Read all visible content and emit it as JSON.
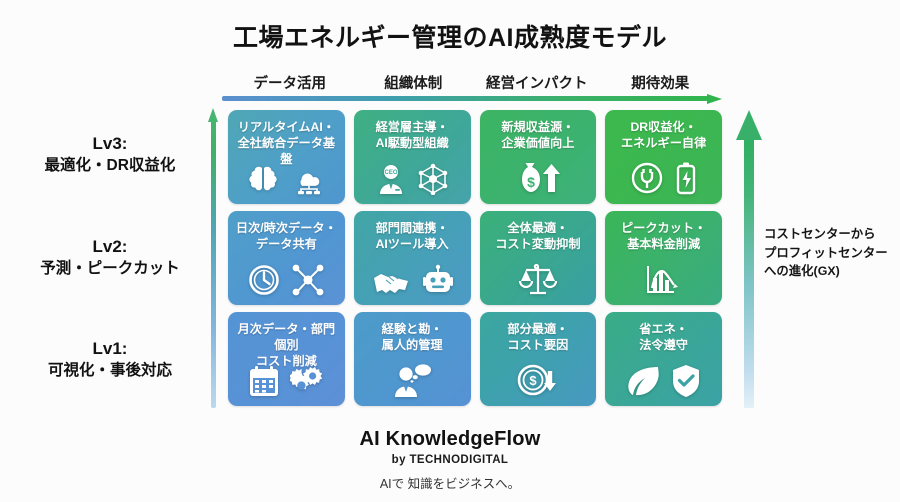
{
  "title": "工場エネルギー管理のAI成熟度モデル",
  "columns": [
    {
      "label": "データ活用"
    },
    {
      "label": "組織体制"
    },
    {
      "label": "経営インパクト"
    },
    {
      "label": "期待効果"
    }
  ],
  "rows": [
    {
      "level": "Lv3:",
      "desc": "最適化・DR収益化"
    },
    {
      "level": "Lv2:",
      "desc": "予測・ピークカット"
    },
    {
      "level": "Lv1:",
      "desc": "可視化・事後対応"
    }
  ],
  "cells": [
    {
      "id": "r3c1",
      "text": "リアルタイムAI・\n全社統合データ基盤",
      "icons": [
        "brain-icon",
        "cloud-network-icon"
      ]
    },
    {
      "id": "r3c2",
      "text": "経営層主導・\nAI駆動型組織",
      "icons": [
        "ceo-person-icon",
        "network-hub-icon"
      ]
    },
    {
      "id": "r3c3",
      "text": "新規収益源・\n企業価値向上",
      "icons": [
        "money-bag-growth-icon"
      ]
    },
    {
      "id": "r3c4",
      "text": "DR収益化・\nエネルギー自律",
      "icons": [
        "power-plug-icon",
        "battery-charge-icon"
      ]
    },
    {
      "id": "r2c1",
      "text": "日次/時次データ・\nデータ共有",
      "icons": [
        "clock-icon",
        "share-nodes-icon"
      ]
    },
    {
      "id": "r2c2",
      "text": "部門間連携・\nAIツール導入",
      "icons": [
        "handshake-icon",
        "robot-icon"
      ]
    },
    {
      "id": "r2c3",
      "text": "全体最適・\nコスト変動抑制",
      "icons": [
        "balance-scale-icon"
      ]
    },
    {
      "id": "r2c4",
      "text": "ピークカット・\n基本料金削減",
      "icons": [
        "peak-chart-down-icon"
      ]
    },
    {
      "id": "r1c1",
      "text": "月次データ・部門個別\nコスト削減",
      "icons": [
        "calendar-icon",
        "gears-icon"
      ]
    },
    {
      "id": "r1c2",
      "text": "経験と勘・\n属人的管理",
      "icons": [
        "person-thought-icon"
      ]
    },
    {
      "id": "r1c3",
      "text": "部分最適・\nコスト要因",
      "icons": [
        "coin-dollar-down-icon"
      ]
    },
    {
      "id": "r1c4",
      "text": "省エネ・\n法令遵守",
      "icons": [
        "leaf-icon",
        "shield-check-icon"
      ]
    }
  ],
  "side_caption": "コストセンターから\nプロフィットセンター\nへの進化(GX)",
  "footer": {
    "brand": "AI KnowledgeFlow",
    "by": "by TECHNODIGITAL",
    "tagline": "AIで 知識をビジネスへ。"
  },
  "colors": {
    "background": "#fcfcfc",
    "text": "#121212",
    "blue": "#5b92d6",
    "teal": "#3a9ea5",
    "green": "#3cb94d"
  }
}
